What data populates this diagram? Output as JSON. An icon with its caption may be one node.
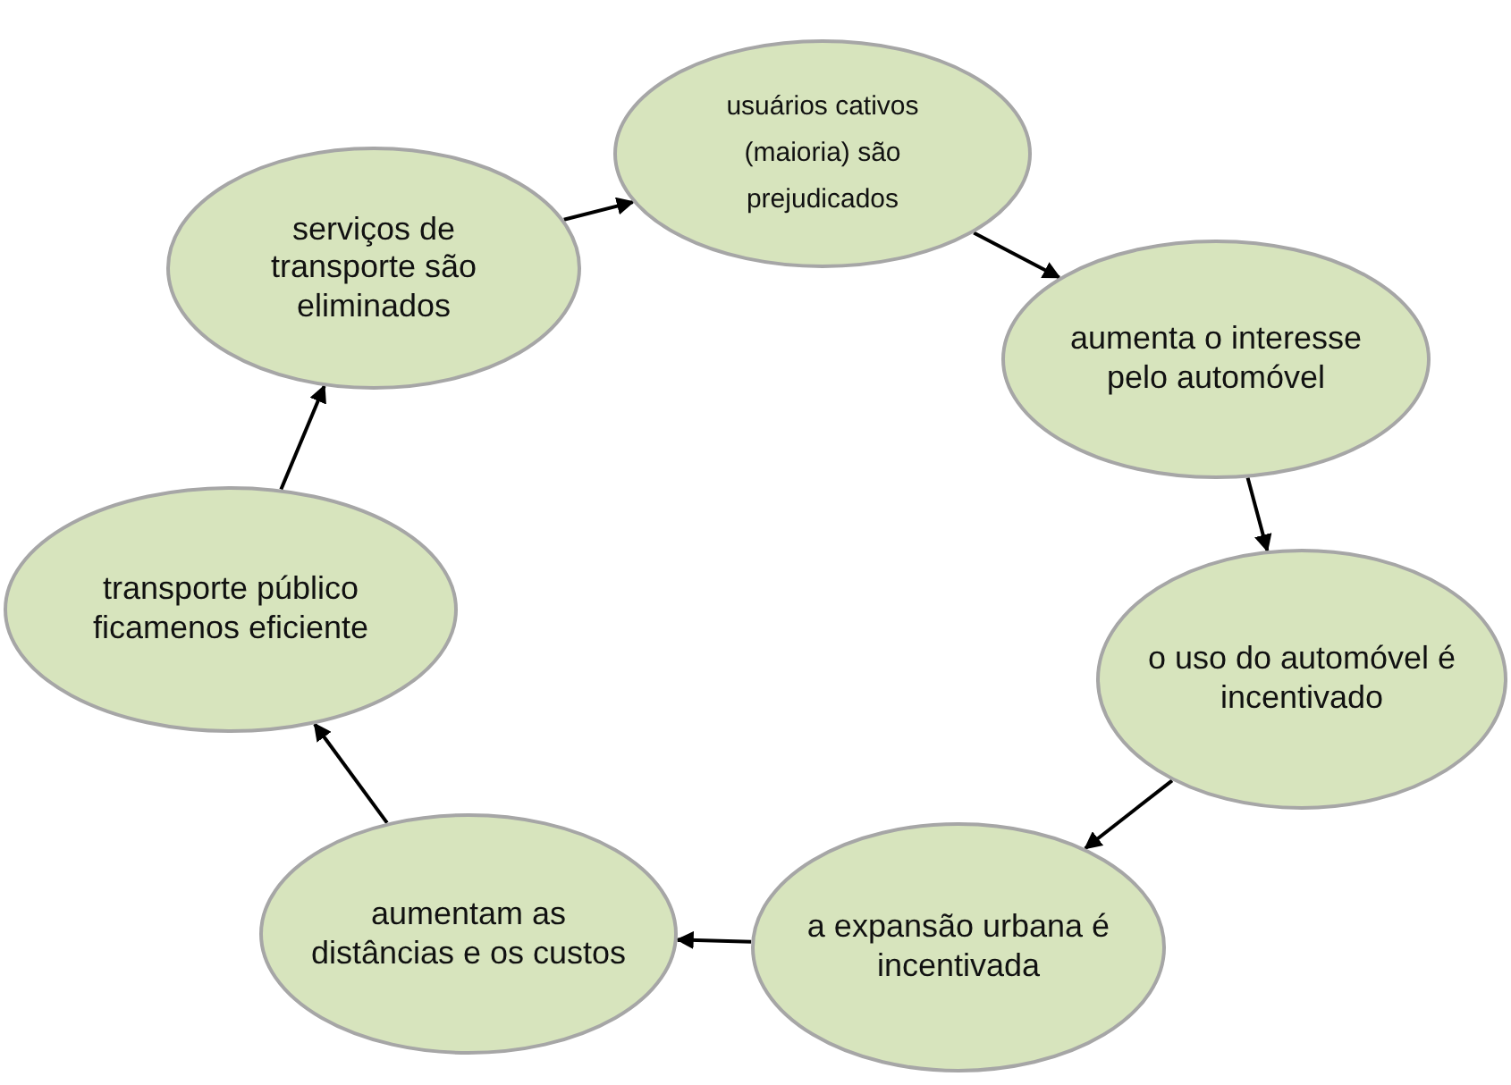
{
  "diagram": {
    "nodes": [
      {
        "text": [
          "usuários cativos (maioria) são prejudicados"
        ]
      },
      {
        "text": [
          "aumenta o interesse pelo automóvel"
        ]
      },
      {
        "text": [
          "o uso do automóvel é incentivado"
        ]
      },
      {
        "text": [
          "a expansão urbana é incentivada"
        ]
      },
      {
        "text": [
          "aumentam as distâncias e os custos"
        ]
      },
      {
        "text": [
          "transporte público ficamenos eficiente"
        ]
      },
      {
        "text": [
          "serviços de transporte são eliminados"
        ]
      }
    ],
    "edges": [
      {
        "from": 6,
        "to": 0,
        "arrow": "to"
      },
      {
        "from": 0,
        "to": 1,
        "arrow": "to"
      },
      {
        "from": 1,
        "to": 2,
        "arrow": "to"
      },
      {
        "from": 2,
        "to": 3,
        "arrow": "to"
      },
      {
        "from": 3,
        "to": 4,
        "arrow": "to"
      },
      {
        "from": 4,
        "to": 5,
        "arrow": "to"
      },
      {
        "from": 5,
        "to": 6,
        "arrow": "to"
      }
    ]
  }
}
